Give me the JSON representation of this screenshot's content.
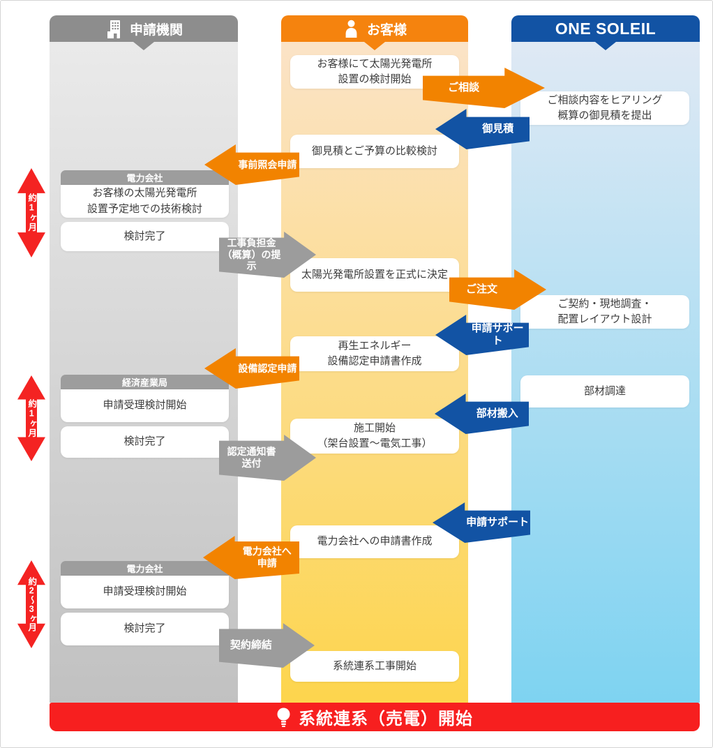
{
  "header": {
    "agency": "申請機関",
    "customer": "お客様",
    "company": "ONE SOLEIL"
  },
  "agency_sections": [
    {
      "org": "電力会社",
      "step1": "お客様の太陽光発電所\n設置予定地での技術検討",
      "step2": "検討完了"
    },
    {
      "org": "経済産業局",
      "step1": "申請受理検討開始",
      "step2": "検討完了"
    },
    {
      "org": "電力会社",
      "step1": "申請受理検討開始",
      "step2": "検討完了"
    }
  ],
  "customer_steps": [
    "お客様にて太陽光発電所\n設置の検討開始",
    "御見積とご予算の比較検討",
    "太陽光発電所設置を正式に決定",
    "再生エネルギー\n設備認定申請書作成",
    "施工開始\n（架台設置〜電気工事）",
    "電力会社への申請書作成",
    "系統連系工事開始"
  ],
  "company_steps": [
    "ご相談内容をヒアリング\n概算の御見積を提出",
    "ご契約・現地調査・\n配置レイアウト設計",
    "部材調達"
  ],
  "arrows": {
    "consult": "ご相談",
    "quote": "御見積",
    "pre_inquiry": "事前照会申請",
    "cost_estimate": "工事負担金\n（概算）の提示",
    "order": "ご注文",
    "support_a": "申請サポート",
    "equipment_cert": "設備認定申請",
    "material_delivery": "部材搬入",
    "cert_notice": "認定通知書\n送付",
    "support_b": "申請サポート",
    "apply_power": "電力会社へ\n申請",
    "contract": "契約締結"
  },
  "durations": [
    "約1ヶ月",
    "約1ヶ月",
    "約2〜3ヶ月"
  ],
  "footer": "系統連系（売電）開始",
  "colors": {
    "orange": "#f28300",
    "blue": "#1253a4",
    "gray_arrow": "#9c9c9c",
    "red": "#f42322",
    "header_gray": "#8d8d8d",
    "section_gray": "#9d9d9d",
    "customer_gradient_top": "#fbe3c7",
    "customer_gradient_bottom": "#fdd54d",
    "company_gradient_top": "#dfe9f4",
    "company_gradient_bottom": "#7ed3f1",
    "agency_gradient_top": "#eaeaea",
    "agency_gradient_bottom": "#c1c1c1"
  }
}
